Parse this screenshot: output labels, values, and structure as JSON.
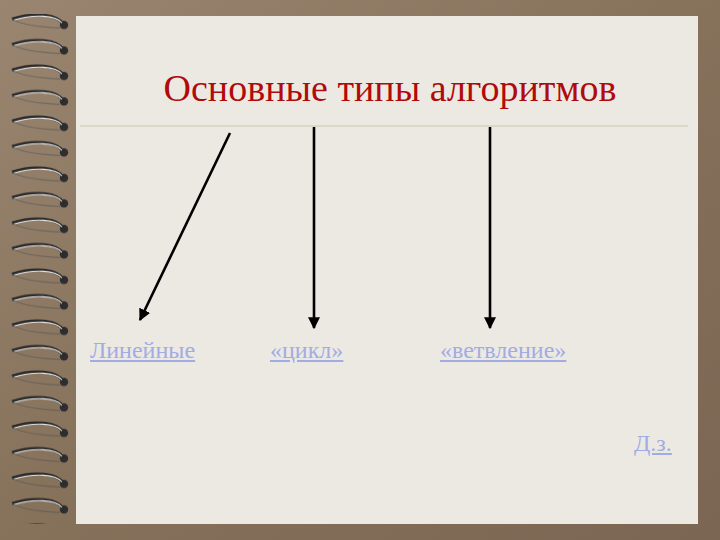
{
  "diagram": {
    "title": "Основные типы алгоритмов",
    "labels": [
      "Линейные",
      "«цикл»",
      "«ветвление»",
      "Д.з."
    ]
  }
}
